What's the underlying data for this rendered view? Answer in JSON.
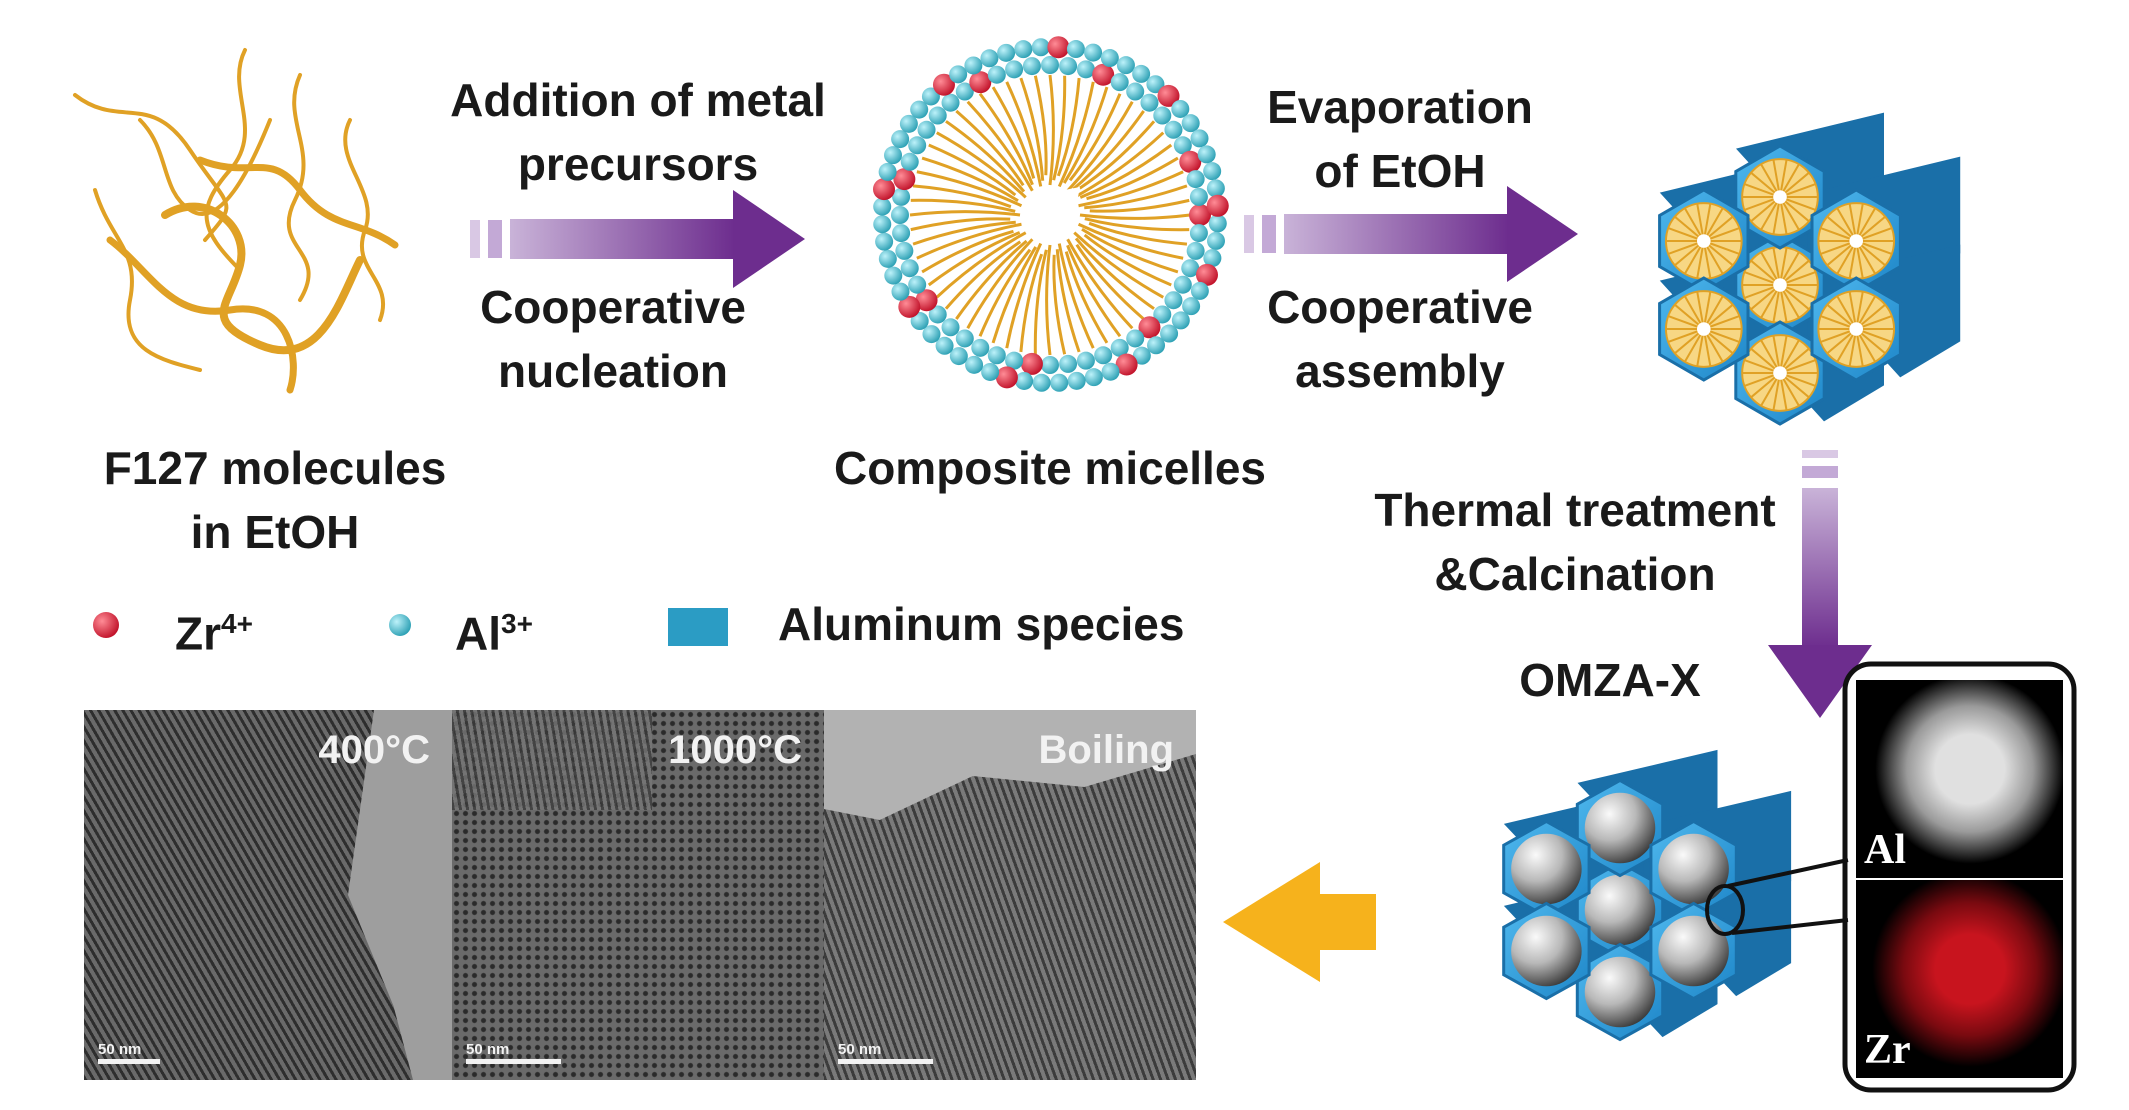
{
  "steps": {
    "step1_top": [
      "Addition of metal",
      "precursors"
    ],
    "step1_bottom": [
      "Cooperative",
      "nucleation"
    ],
    "step2_top": [
      "Evaporation",
      "of EtOH"
    ],
    "step2_bottom": [
      "Cooperative",
      "assembly"
    ],
    "step3": [
      "Thermal treatment",
      "&Calcination"
    ]
  },
  "labels": {
    "f127": [
      "F127 molecules",
      "in EtOH"
    ],
    "micelles": "Composite micelles",
    "product": "OMZA-X"
  },
  "legend": {
    "zr": {
      "text": "Zr",
      "sup": "4+",
      "color": "#d8283c"
    },
    "al": {
      "text": "Al",
      "sup": "3+",
      "color": "#35b3c6"
    },
    "species": {
      "text": "Aluminum species",
      "color": "#2b9cc4"
    }
  },
  "tem_images": [
    {
      "label": "400°C",
      "scale": "50 nm"
    },
    {
      "label": "1000°C",
      "scale": "50 nm"
    },
    {
      "label": "Boiling",
      "scale": "50 nm"
    }
  ],
  "eds_maps": [
    {
      "element": "Al"
    },
    {
      "element": "Zr"
    }
  ],
  "colors": {
    "polymer": "#e0a125",
    "framework": "#2b9cdc",
    "framework_dark": "#1a6fa8",
    "arrow_purple": "#7d3f98",
    "arrow_orange": "#f6b21c"
  }
}
